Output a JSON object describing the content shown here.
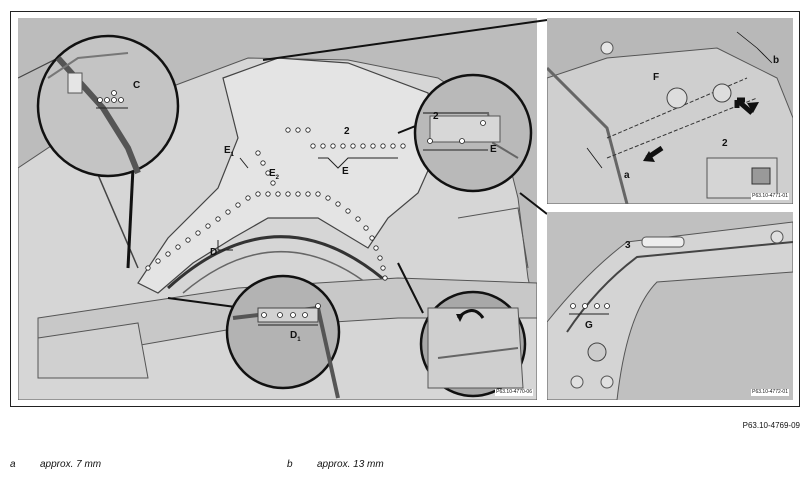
{
  "main_panel": {
    "ref": "P63.10-4770-06",
    "labels": {
      "c": "C",
      "two": "2",
      "e1_base": "E",
      "e1_sub": "1",
      "e2_base": "E",
      "e2_sub": "2",
      "e_main": "E",
      "d": "D",
      "inset_two": "2",
      "inset_e": "E",
      "d1_base": "D",
      "d1_sub": "1"
    }
  },
  "panel_top_right": {
    "ref": "P63.10-4771-01",
    "labels": {
      "f": "F",
      "two": "2",
      "a": "a",
      "b": "b"
    }
  },
  "panel_bottom_right": {
    "ref": "P63.10-4772-01",
    "labels": {
      "three": "3",
      "g": "G"
    }
  },
  "figure_ref": "P63.10-4769-09",
  "legend": [
    {
      "key": "a",
      "text": "approx. 7 mm"
    },
    {
      "key": "b",
      "text": "approx. 13 mm"
    }
  ]
}
